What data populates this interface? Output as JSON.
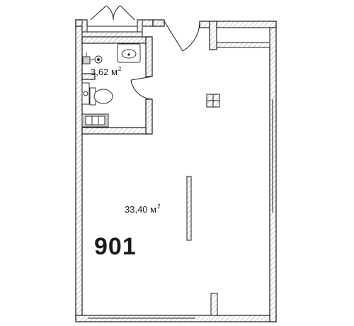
{
  "plan": {
    "unit_number": "901",
    "rooms": [
      {
        "id": "bathroom",
        "area_value": "3,62",
        "area_unit": "м",
        "area_exp": "2"
      },
      {
        "id": "main_room",
        "area_value": "33,40",
        "area_unit": "м",
        "area_exp": "2"
      }
    ]
  },
  "colors": {
    "wall_stroke": "#1a1a1a",
    "wall_fill": "#d9d9d9",
    "fixture_stroke": "#333333",
    "fixture_fill": "#d0d0d0",
    "background": "#ffffff"
  }
}
